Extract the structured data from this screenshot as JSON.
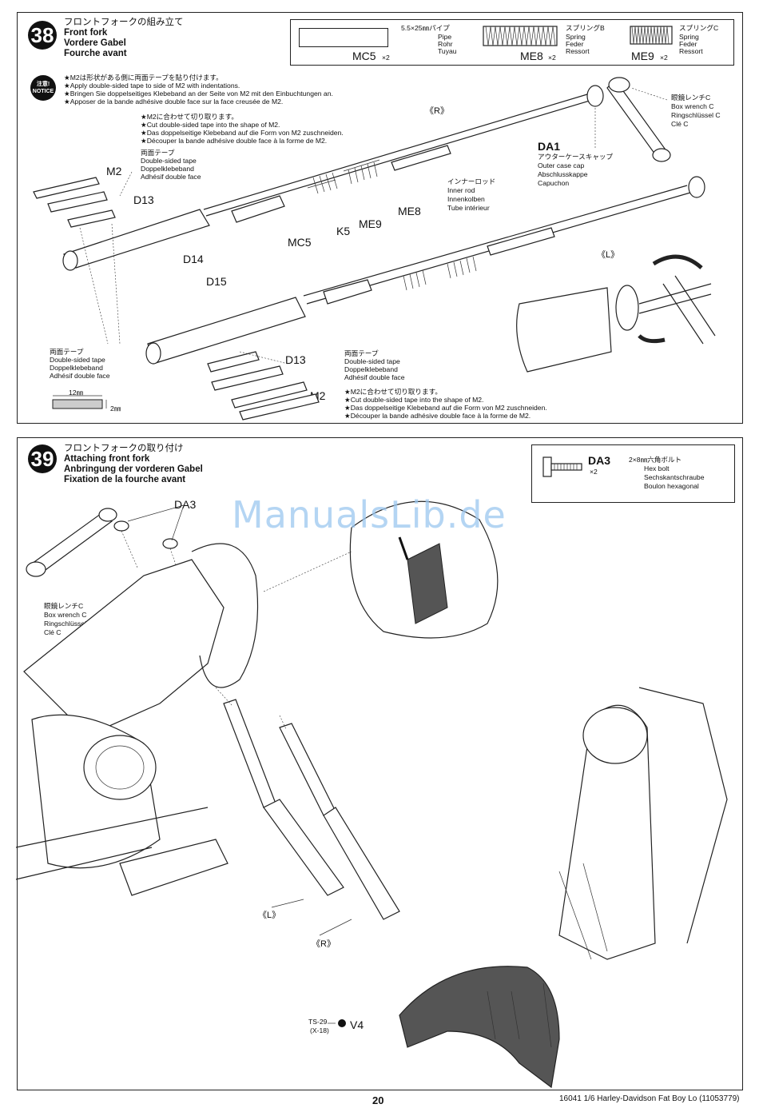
{
  "step38": {
    "number": "38",
    "title": [
      "フロントフォークの組み立て",
      "Front fork",
      "Vordere Gabel",
      "Fourche avant"
    ],
    "parts_box": {
      "pipe": {
        "size": "5.5×25㎜パイプ",
        "names": [
          "Pipe",
          "Rohr",
          "Tuyau"
        ],
        "code": "MC5",
        "qty": "×2"
      },
      "spring_b": {
        "jp": "スプリングB",
        "names": [
          "Spring",
          "Feder",
          "Ressort"
        ],
        "code": "ME8",
        "qty": "×2"
      },
      "spring_c": {
        "jp": "スプリングC",
        "names": [
          "Spring",
          "Feder",
          "Ressort"
        ],
        "code": "ME9",
        "qty": "×2"
      }
    },
    "notice_badge": [
      "注意!",
      "NOTICE"
    ],
    "notice_lines": [
      "★M2は形状がある側に両面テープを貼り付けます。",
      "★Apply double-sided tape to side of M2 with indentations.",
      "★Bringen Sie doppelseitiges Klebeband an der Seite von M2 mit den Einbuchtungen an.",
      "★Apposer de la bande adhésive double face sur la face creusée de M2."
    ],
    "cut_note_top": [
      "★M2に合わせて切り取ります。",
      "★Cut double-sided tape into the shape of M2.",
      "★Das doppelseitige Klebeband auf die Form von M2 zuschneiden.",
      "★Découper la bande adhésive double face à la forme de M2."
    ],
    "tape_label": [
      "両面テープ",
      "Double-sided tape",
      "Doppelklebeband",
      "Adhésif double face"
    ],
    "box_wrench": [
      "眼鏡レンチC",
      "Box wrench C",
      "Ringschlüssel C",
      "Clé C"
    ],
    "da1": {
      "code": "DA1",
      "names": [
        "アウターケースキャップ",
        "Outer case cap",
        "Abschlusskappe",
        "Capuchon"
      ]
    },
    "inner_rod": [
      "インナーロッド",
      "Inner rod",
      "Innenkolben",
      "Tube intérieur"
    ],
    "part_labels": {
      "m2": "M2",
      "d13": "D13",
      "d14": "D14",
      "d15": "D15",
      "mc5": "MC5",
      "k5": "K5",
      "me9": "ME9",
      "me8": "ME8"
    },
    "side_r": "《R》",
    "side_l": "《L》",
    "dim_w": "12㎜",
    "dim_h": "2㎜",
    "cut_note_bottom": [
      "★M2に合わせて切り取ります。",
      "★Cut double-sided tape into the shape of M2.",
      "★Das doppelseitige Klebeband auf die Form von M2 zuschneiden.",
      "★Découper la bande adhésive double face à la forme de M2."
    ]
  },
  "step39": {
    "number": "39",
    "title": [
      "フロントフォークの取り付け",
      "Attaching front fork",
      "Anbringung der vorderen Gabel",
      "Fixation de la fourche avant"
    ],
    "parts_box": {
      "code": "DA3",
      "qty": "×2",
      "jp": "2×8㎜六角ボルト",
      "names": [
        "Hex bolt",
        "Sechskantschraube",
        "Boulon hexagonal"
      ]
    },
    "da3_label": "DA3",
    "box_wrench": [
      "眼鏡レンチC",
      "Box wrench C",
      "Ringschlüssel C",
      "Clé C"
    ],
    "side_l": "《L》",
    "side_r": "《R》",
    "ts": [
      "TS-29",
      "(X-18)"
    ],
    "v4": "V4"
  },
  "watermark": "ManualsLib.de",
  "footer": {
    "page": "20",
    "product": "16041  1/6 Harley-Davidson Fat Boy Lo (11053779)"
  }
}
